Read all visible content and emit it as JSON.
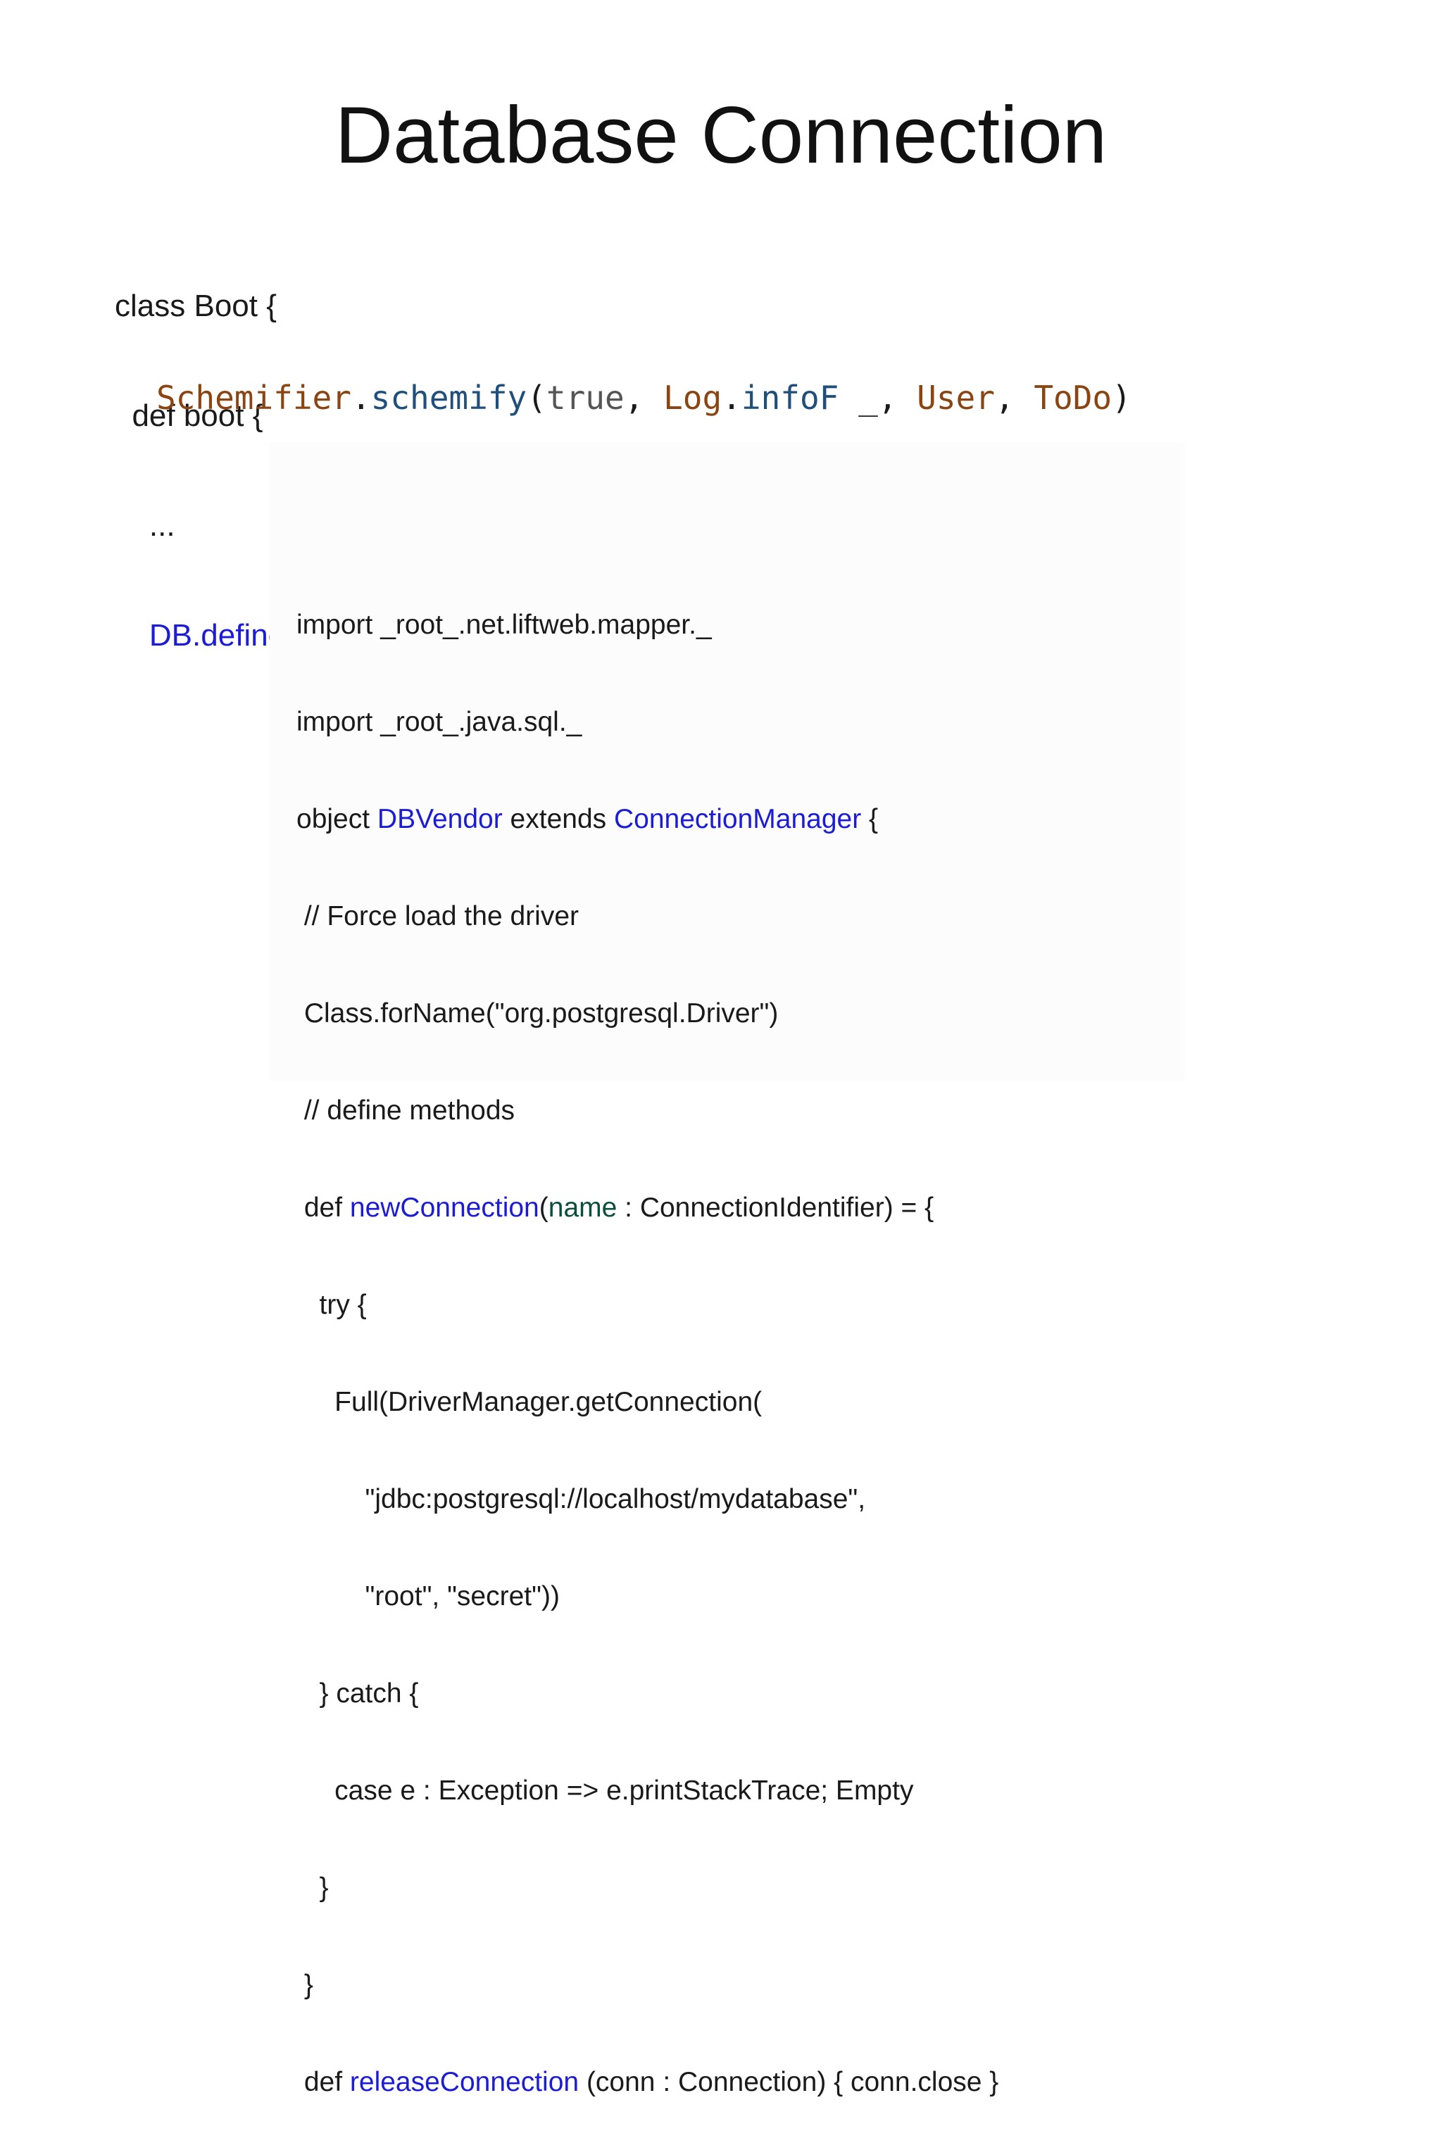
{
  "slide": {
    "title": "Database Connection"
  },
  "boot_code": {
    "line1": "class Boot {",
    "line2": "  def boot {",
    "line3": "    ...",
    "line4": "    DB.defineConnectionManager(DefaultConnectionIdentifier, DBVendor)"
  },
  "schemify_line": {
    "obj": "Schemifier",
    "dot1": ".",
    "method": "schemify",
    "open": "(",
    "arg_true": "true",
    "comma1": ", ",
    "log": "Log",
    "dot2": ".",
    "infof": "infoF",
    "underscore": " _",
    "comma2": ", ",
    "user": "User",
    "comma3": ", ",
    "todo": "ToDo",
    "close": ")"
  },
  "vendor_code": {
    "l1": "import _root_.net.liftweb.mapper._",
    "l2": "import _root_.java.sql._",
    "l3_a": "object ",
    "l3_b": "DBVendor",
    "l3_c": " extends ",
    "l3_d": "ConnectionManager",
    "l3_e": " {",
    "l4": " // Force load the driver",
    "l5": " Class.forName(\"org.postgresql.Driver\")",
    "l6": " // define methods",
    "l7_a": " def ",
    "l7_b": "newConnection",
    "l7_c": "(",
    "l7_d": "name",
    "l7_e": " : ConnectionIdentifier) = {",
    "l8": "   try {",
    "l9": "     Full(DriverManager.getConnection(",
    "l10": "         \"jdbc:postgresql://localhost/mydatabase\",",
    "l11": "         \"root\", \"secret\"))",
    "l12": "   } catch {",
    "l13": "     case e : Exception => e.printStackTrace; Empty",
    "l14": "   }",
    "l15": " }",
    "l16_a": " def ",
    "l16_b": "releaseConnection",
    "l16_c": " (conn : Connection) { conn.close }"
  },
  "colors": {
    "keyword_blue": "#1c1cd6",
    "param_teal": "#0a4f3c",
    "class_brown": "#8a4513",
    "method_navy": "#1f4f7a"
  }
}
